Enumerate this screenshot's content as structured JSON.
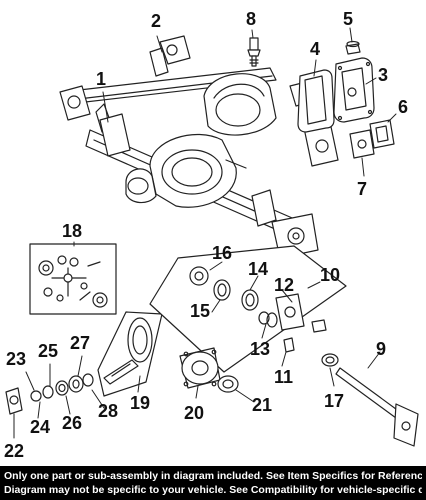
{
  "callouts": {
    "c1": "1",
    "c2": "2",
    "c3": "3",
    "c4": "4",
    "c5": "5",
    "c6": "6",
    "c7": "7",
    "c8": "8",
    "c9": "9",
    "c10": "10",
    "c11": "11",
    "c12": "12",
    "c13": "13",
    "c14": "14",
    "c15": "15",
    "c16": "16",
    "c17": "17",
    "c18": "18",
    "c19": "19",
    "c20": "20",
    "c21": "21",
    "c22": "22",
    "c23": "23",
    "c24": "24",
    "c25": "25",
    "c26": "26",
    "c27": "27",
    "c28": "28"
  },
  "footer": {
    "line1": "Only one part or sub-assembly in diagram included. See Item Specifics for Reference #.",
    "line2": "Diagram may not be specific to your vehicle. See Compatibility for vehicle-specific diagrams."
  },
  "colors": {
    "line": "#222222",
    "background": "#ffffff",
    "footer_bg": "#000000",
    "footer_text": "#ffffff"
  }
}
